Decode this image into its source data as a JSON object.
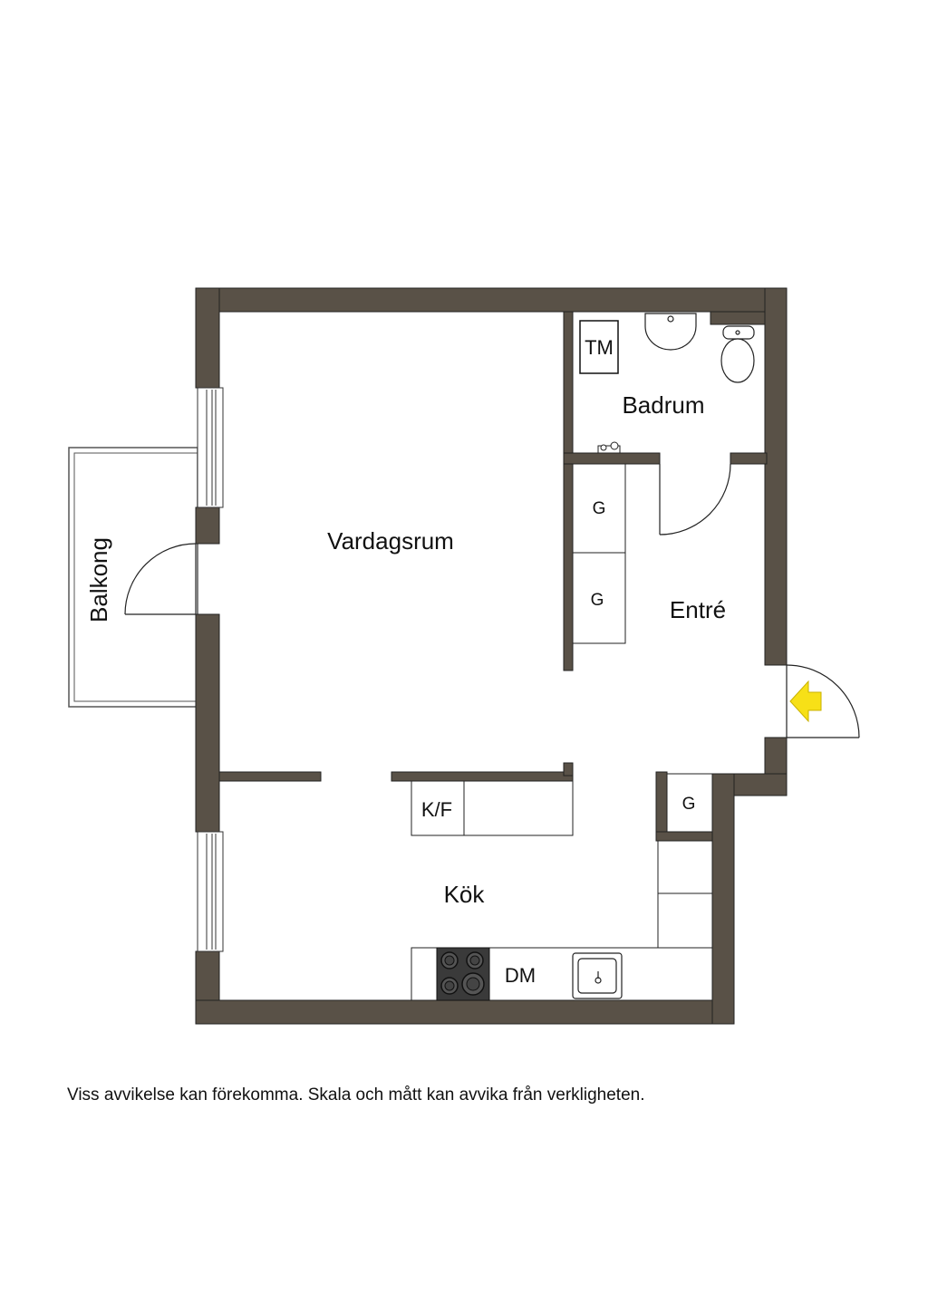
{
  "colors": {
    "wall": "#595147",
    "arrow": "#f7e017",
    "line": "#111111"
  },
  "rooms": {
    "living": "Vardagsrum",
    "bathroom": "Badrum",
    "entrance": "Entré",
    "kitchen": "Kök",
    "balcony": "Balkong"
  },
  "fixtures": {
    "washing_machine": "TM",
    "wardrobe_1": "G",
    "wardrobe_2": "G",
    "wardrobe_3": "G",
    "fridge_freezer": "K/F",
    "dishwasher": "DM"
  },
  "icons": {
    "entrance_arrow": "entrance-arrow-icon",
    "stove": "stove-icon",
    "sink": "kitchen-sink-icon",
    "washbasin": "washbasin-icon",
    "toilet": "toilet-icon",
    "shower_tap": "shower-tap-icon"
  },
  "disclaimer": "Viss avvikelse kan förekomma. Skala och mått kan avvika från verkligheten."
}
